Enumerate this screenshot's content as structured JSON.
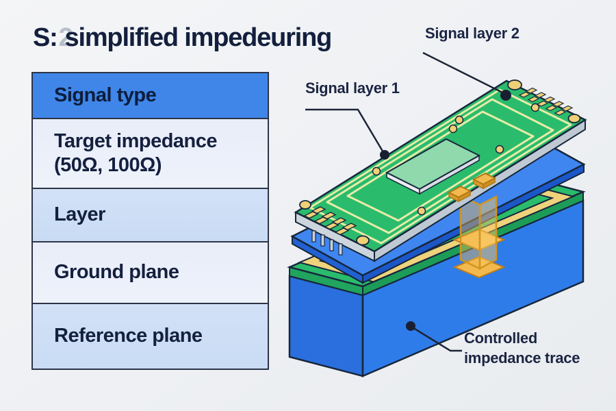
{
  "title": {
    "prefix": "S:",
    "ghost": "2",
    "main": "simplified impedeuring"
  },
  "table": {
    "rows": [
      {
        "label": "Signal type"
      },
      {
        "label": "Target impedance (50Ω, 100Ω)"
      },
      {
        "label": "Layer"
      },
      {
        "label": "Ground plane"
      },
      {
        "label": "Reference plane"
      }
    ]
  },
  "diagram": {
    "labels": {
      "signal_layer_1": "Signal layer 1",
      "signal_layer_2": "Signal layer 2",
      "controlled_line1": "Controlled",
      "controlled_line2": "impedance trace"
    }
  },
  "colors": {
    "header_blue": "#3f86e8",
    "row_light": "#e9edf8",
    "row_blue": "#cfdff5",
    "pcb_green": "#2abc6c",
    "board_blue": "#3f86f0",
    "slab_blue": "#2e7ce9",
    "pad_gold": "#f0d077",
    "copper_ring": "#eed37c",
    "via_orange": "#f2b94f",
    "outline_navy": "#17263c",
    "text_navy": "#131f3d"
  }
}
